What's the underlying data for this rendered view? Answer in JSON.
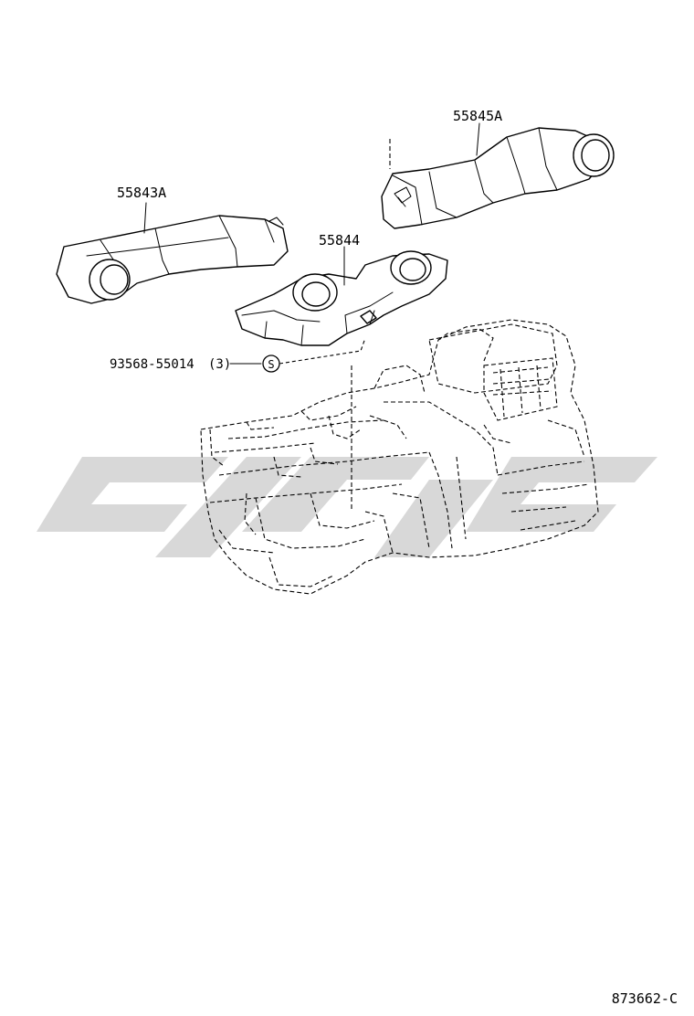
{
  "parts": [
    {
      "id": "upper-right-duct",
      "number": "55845A"
    },
    {
      "id": "left-duct",
      "number": "55843A"
    },
    {
      "id": "center-duct",
      "number": "55844"
    },
    {
      "id": "screw",
      "number": "93568-55014",
      "quantity": "(3)",
      "symbol": "S"
    }
  ],
  "diagram_code": "873662-C"
}
